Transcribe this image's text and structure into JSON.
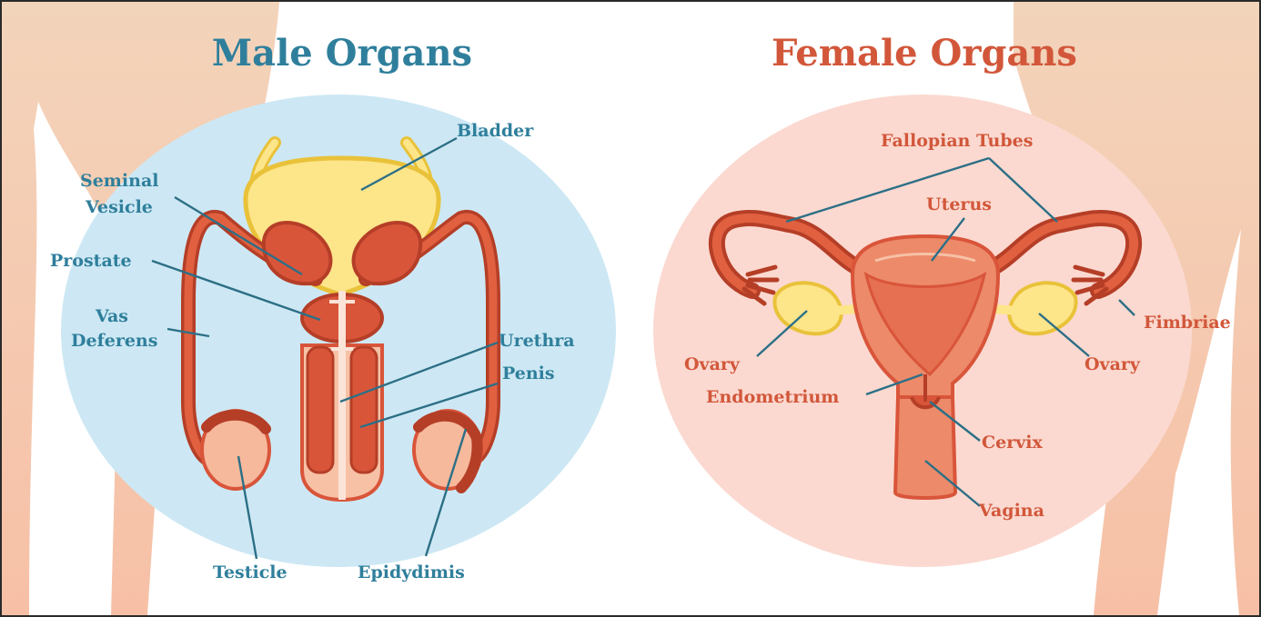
{
  "titles": {
    "male": "Male Organs",
    "female": "Female Organs"
  },
  "male_labels": {
    "bladder": "Bladder",
    "seminal_vesicle_line1": "Seminal",
    "seminal_vesicle_line2": "Vesicle",
    "prostate": "Prostate",
    "vas_deferens_line1": "Vas",
    "vas_deferens_line2": "Deferens",
    "urethra": "Urethra",
    "penis": "Penis",
    "testicle": "Testicle",
    "epididymis": "Epidydimis"
  },
  "female_labels": {
    "fallopian_tubes": "Fallopian Tubes",
    "uterus": "Uterus",
    "ovary_left": "Ovary",
    "ovary_right": "Ovary",
    "fimbriae": "Fimbriae",
    "endometrium": "Endometrium",
    "cervix": "Cervix",
    "vagina": "Vagina"
  },
  "colors": {
    "male_title": "#2f7f9c",
    "female_title": "#d2573a",
    "male_circle": "#cde8f4",
    "female_circle": "#fbd9d0",
    "body_silhouette": "#f4cdb0",
    "organ_red": "#d9553a",
    "organ_dark": "#b53e27",
    "organ_light": "#f7c1a6",
    "bladder_yellow": "#fde58a",
    "leader_line": "#2c6f86"
  }
}
